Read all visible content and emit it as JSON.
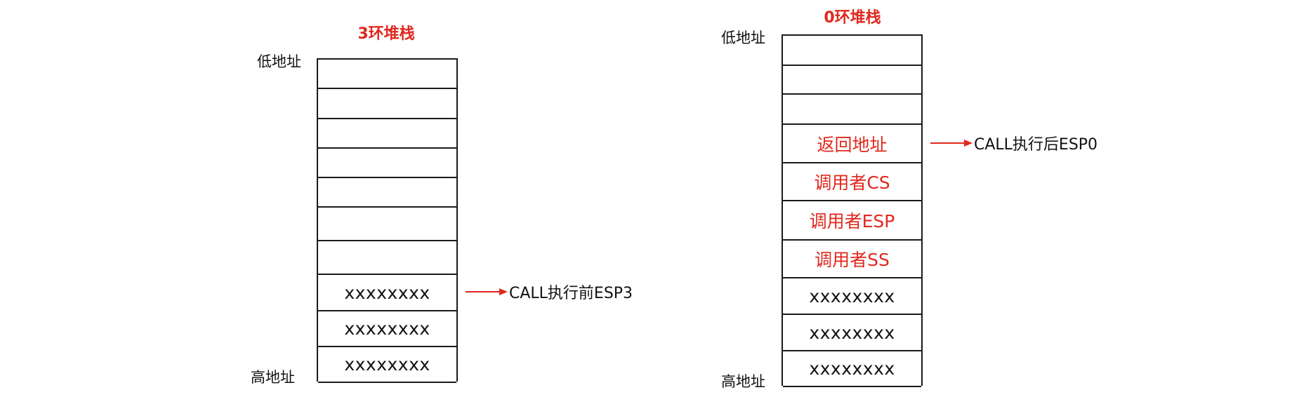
{
  "colors": {
    "accent": "#e0281e",
    "line": "#1a1a1a",
    "text": "#111111"
  },
  "ring3": {
    "title": "3环堆栈",
    "low_address_label": "低地址",
    "high_address_label": "高地址",
    "cells": [
      "",
      "",
      "",
      "",
      "",
      "",
      "",
      "xxxxxxxx",
      "xxxxxxxx",
      "xxxxxxxx"
    ],
    "pointer_label": "CALL执行前ESP3"
  },
  "ring0": {
    "title": "0环堆栈",
    "low_address_label": "低地址",
    "high_address_label": "高地址",
    "cells": [
      "",
      "",
      "",
      "返回地址",
      "调用者CS",
      "调用者ESP",
      "调用者SS",
      "xxxxxxxx",
      "xxxxxxxx",
      "xxxxxxxx"
    ],
    "pointer_label": "CALL执行后ESP0"
  }
}
